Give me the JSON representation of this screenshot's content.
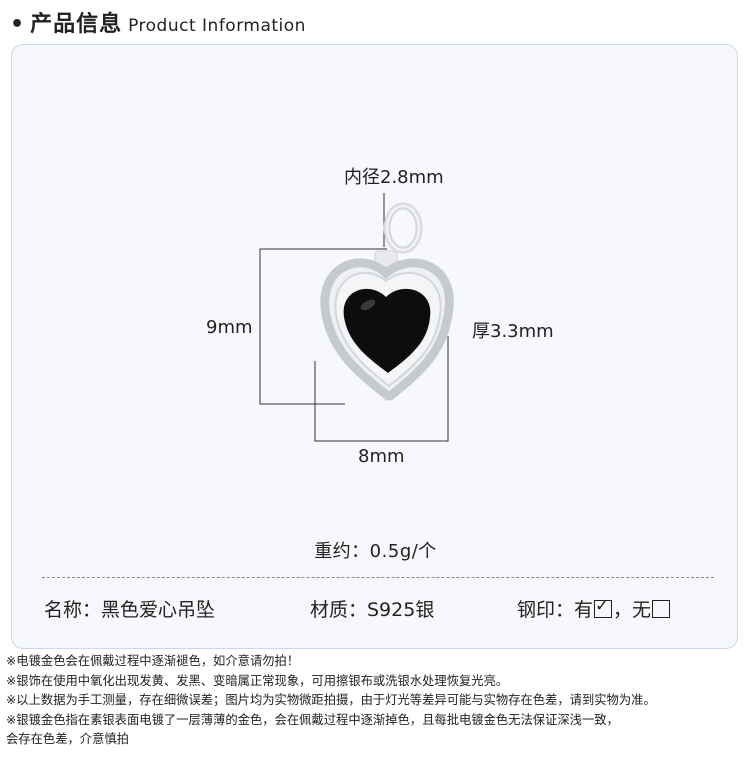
{
  "header": {
    "bullet": "•",
    "title_cn": "产品信息",
    "title_en": "Product Information"
  },
  "dimensions": {
    "inner_diameter": "内径2.8mm",
    "height": "9mm",
    "thickness": "厚3.3mm",
    "width": "8mm"
  },
  "weight": "重约：0.5g/个",
  "specs": {
    "name": "名称：黑色爱心吊坠",
    "material": "材质：S925银",
    "stamp_label": "钢印：",
    "stamp_yes": "有",
    "stamp_yes_checked": "✓",
    "stamp_no": "，无"
  },
  "notes": [
    "※电镀金色会在佩戴过程中逐渐褪色，如介意请勿拍！",
    "※银饰在使用中氧化出现发黄、发黑、变暗属正常现象，可用擦银布或洗银水处理恢复光亮。",
    "※以上数据为手工测量，存在细微误差；图片均为实物微距拍摄，由于灯光等差异可能与实物存在色差，请到实物为准。",
    "※银镀金色指在素银表面电镀了一层薄薄的金色，会在佩戴过程中逐渐掉色，且每批电镀金色无法保证深浅一致，",
    "会存在色差，介意慎拍"
  ],
  "colors": {
    "panel_bg": "#f6f8fb",
    "panel_border": "#c9d8ea",
    "stone": "#0d0d0d",
    "silver": "#e4e6ea"
  }
}
